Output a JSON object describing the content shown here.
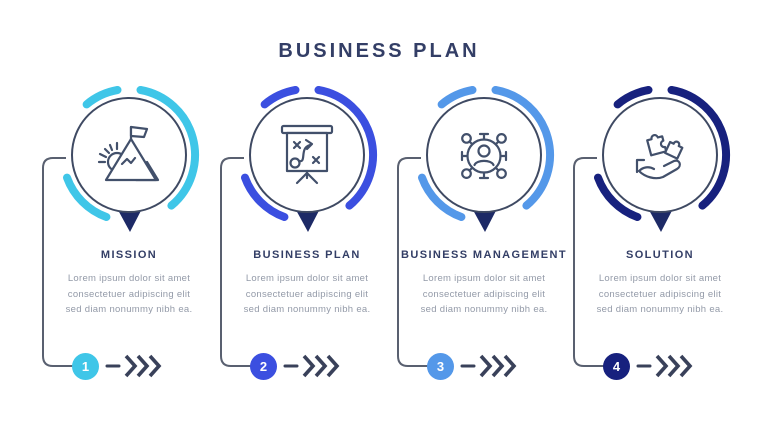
{
  "page": {
    "title": "BUSINESS PLAN",
    "background_color": "#ffffff",
    "title_color": "#333e66",
    "description_text_color": "#939aa8",
    "connector_color": "#596070",
    "pointer_color": "#1d2a66",
    "chevron_color": "#39415a"
  },
  "steps": [
    {
      "number": "1",
      "title": "MISSION",
      "description_lines": [
        "Lorem ipsum dolor sit amet",
        "consectetuer adipiscing elit",
        "sed diam nonummy nibh ea."
      ],
      "accent_color": "#3fc6e8",
      "icon": "mountain-flag-icon"
    },
    {
      "number": "2",
      "title": "BUSINESS PLAN",
      "description_lines": [
        "Lorem ipsum dolor sit amet",
        "consectetuer adipiscing elit",
        "sed diam nonummy nibh ea."
      ],
      "accent_color": "#3b4fe0",
      "icon": "strategy-board-icon"
    },
    {
      "number": "3",
      "title": "BUSINESS MANAGEMENT",
      "description_lines": [
        "Lorem ipsum dolor sit amet",
        "consectetuer adipiscing elit",
        "sed diam nonummy nibh ea."
      ],
      "accent_color": "#5498e9",
      "icon": "team-network-icon"
    },
    {
      "number": "4",
      "title": "SOLUTION",
      "description_lines": [
        "Lorem ipsum dolor sit amet",
        "consectetuer adipiscing elit",
        "sed diam nonummy nibh ea."
      ],
      "accent_color": "#17217e",
      "icon": "hand-puzzle-icon"
    }
  ]
}
